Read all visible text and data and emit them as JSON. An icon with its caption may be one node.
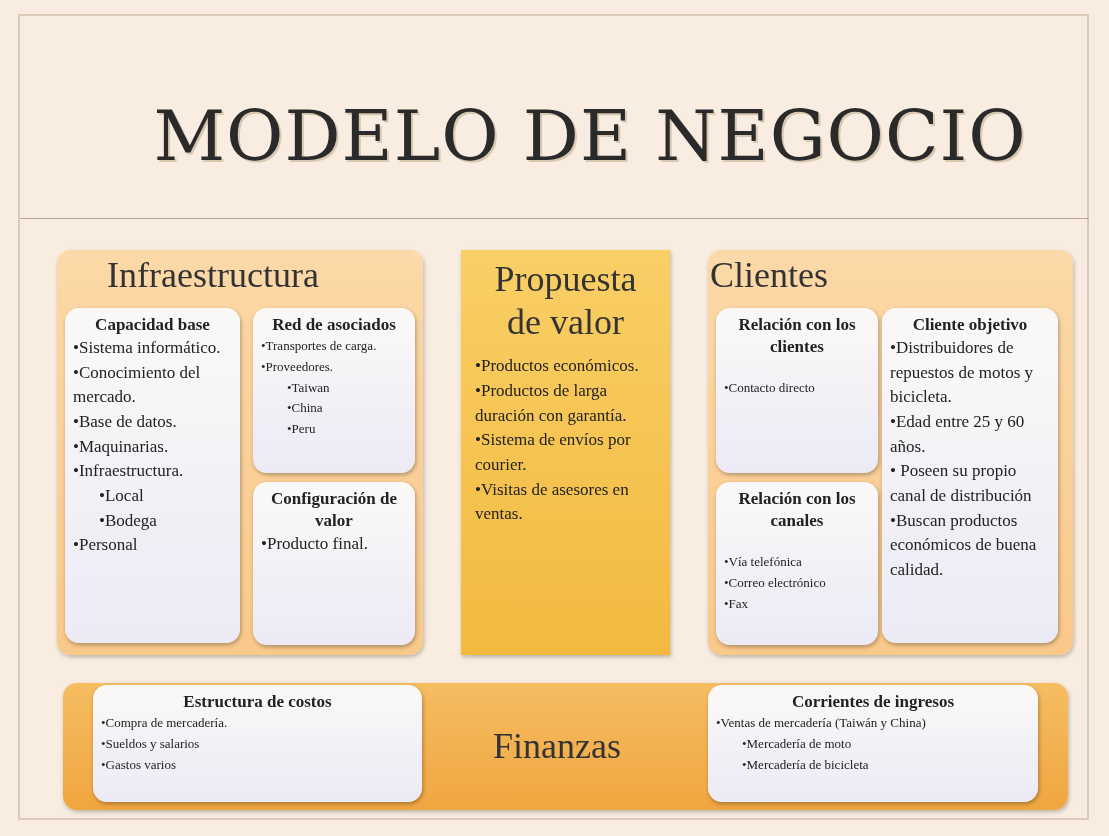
{
  "diagram": {
    "title": "MODELO DE NEGOCIO",
    "nodes": [
      {
        "text": [
          "Infraestructura"
        ]
      },
      {
        "text": [
          "Capacidad base",
          "•Sistema informático.",
          "•Conocimiento del mercado.",
          "•Base de datos.",
          "•Maquinarias.",
          "•Infraestructura.",
          "•Local",
          "•Bodega",
          "•Personal"
        ],
        "in": 0
      },
      {
        "text": [
          "Red de asociados",
          "•Transportes de carga.",
          "•Proveedores.",
          "•Taiwan",
          "•China",
          "•Peru"
        ],
        "in": 0
      },
      {
        "text": [
          "Configuración de valor",
          "•Producto final."
        ],
        "in": 0
      },
      {
        "text": [
          "Propuesta de valor",
          "•Productos económicos.",
          "•Productos de larga duración con garantía.",
          "•Sistema de envíos por courier.",
          "•Visitas de asesores en ventas."
        ]
      },
      {
        "text": [
          "Clientes"
        ]
      },
      {
        "text": [
          "Relación con los clientes",
          "•Contacto directo"
        ],
        "in": 5
      },
      {
        "text": [
          "Relación con los canales",
          "•Vía telefónica",
          "•Correo electrónico",
          "•Fax"
        ],
        "in": 5
      },
      {
        "text": [
          "Cliente objetivo",
          "•Distribuidores de repuestos de motos y bicicleta.",
          "•Edad entre 25 y 60 años.",
          "• Poseen su propio canal de distribución",
          "•Buscan productos económicos de buena calidad."
        ],
        "in": 5
      },
      {
        "text": [
          "Finanzas"
        ]
      },
      {
        "text": [
          "Estructura de costos",
          "•Compra de mercadería.",
          "•Sueldos y salarios",
          "•Gastos varios"
        ],
        "in": 9
      },
      {
        "text": [
          "Corrientes de ingresos",
          "•Ventas de mercadería (Taiwán y China)",
          "•Mercadería de moto",
          "•Mercadería de bicicleta"
        ],
        "in": 9
      }
    ],
    "edges": []
  }
}
